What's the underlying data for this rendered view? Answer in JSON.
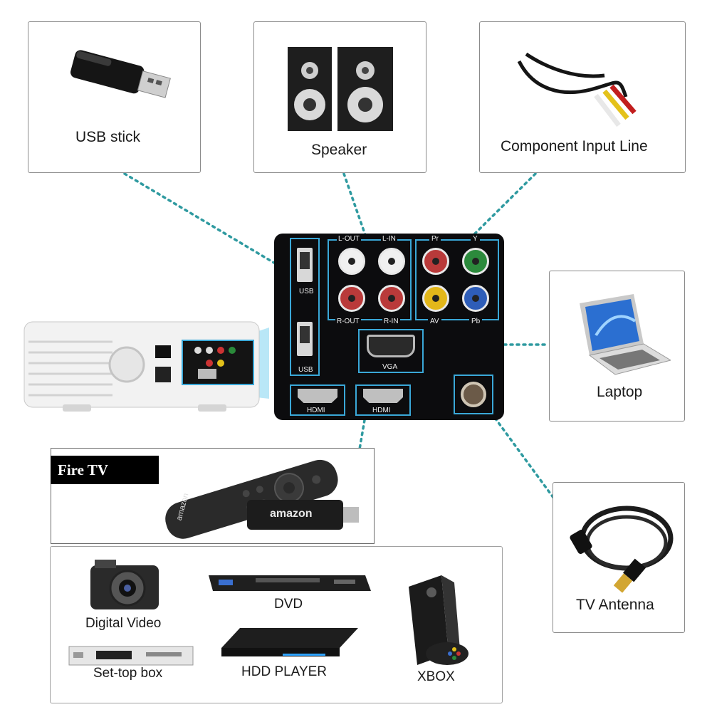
{
  "devices": {
    "usb_stick": "USB stick",
    "speaker": "Speaker",
    "component": "Component Input Line",
    "laptop": "Laptop",
    "antenna": "TV Antenna",
    "fire_tv": "Fire TV",
    "digital_video": "Digital Video",
    "dvd": "DVD",
    "xbox": "XBOX",
    "settop": "Set-top box",
    "hdd": "HDD PLAYER"
  },
  "panel": {
    "usb1": "USB",
    "usb2": "USB",
    "l_out": "L-OUT",
    "l_in": "L-IN",
    "pr": "Pr",
    "y": "Y",
    "r_out": "R-OUT",
    "r_in": "R-IN",
    "av": "AV",
    "pb": "Pb",
    "vga": "VGA",
    "hdmi1": "HDMI",
    "hdmi2": "HDMI"
  },
  "product_marks": {
    "remote_brand": "amazon",
    "stick_brand": "amazon"
  },
  "colors": {
    "accent": "#3aa8d8",
    "wire": "#2f9aa0",
    "panel_bg": "#0c0c0e"
  }
}
